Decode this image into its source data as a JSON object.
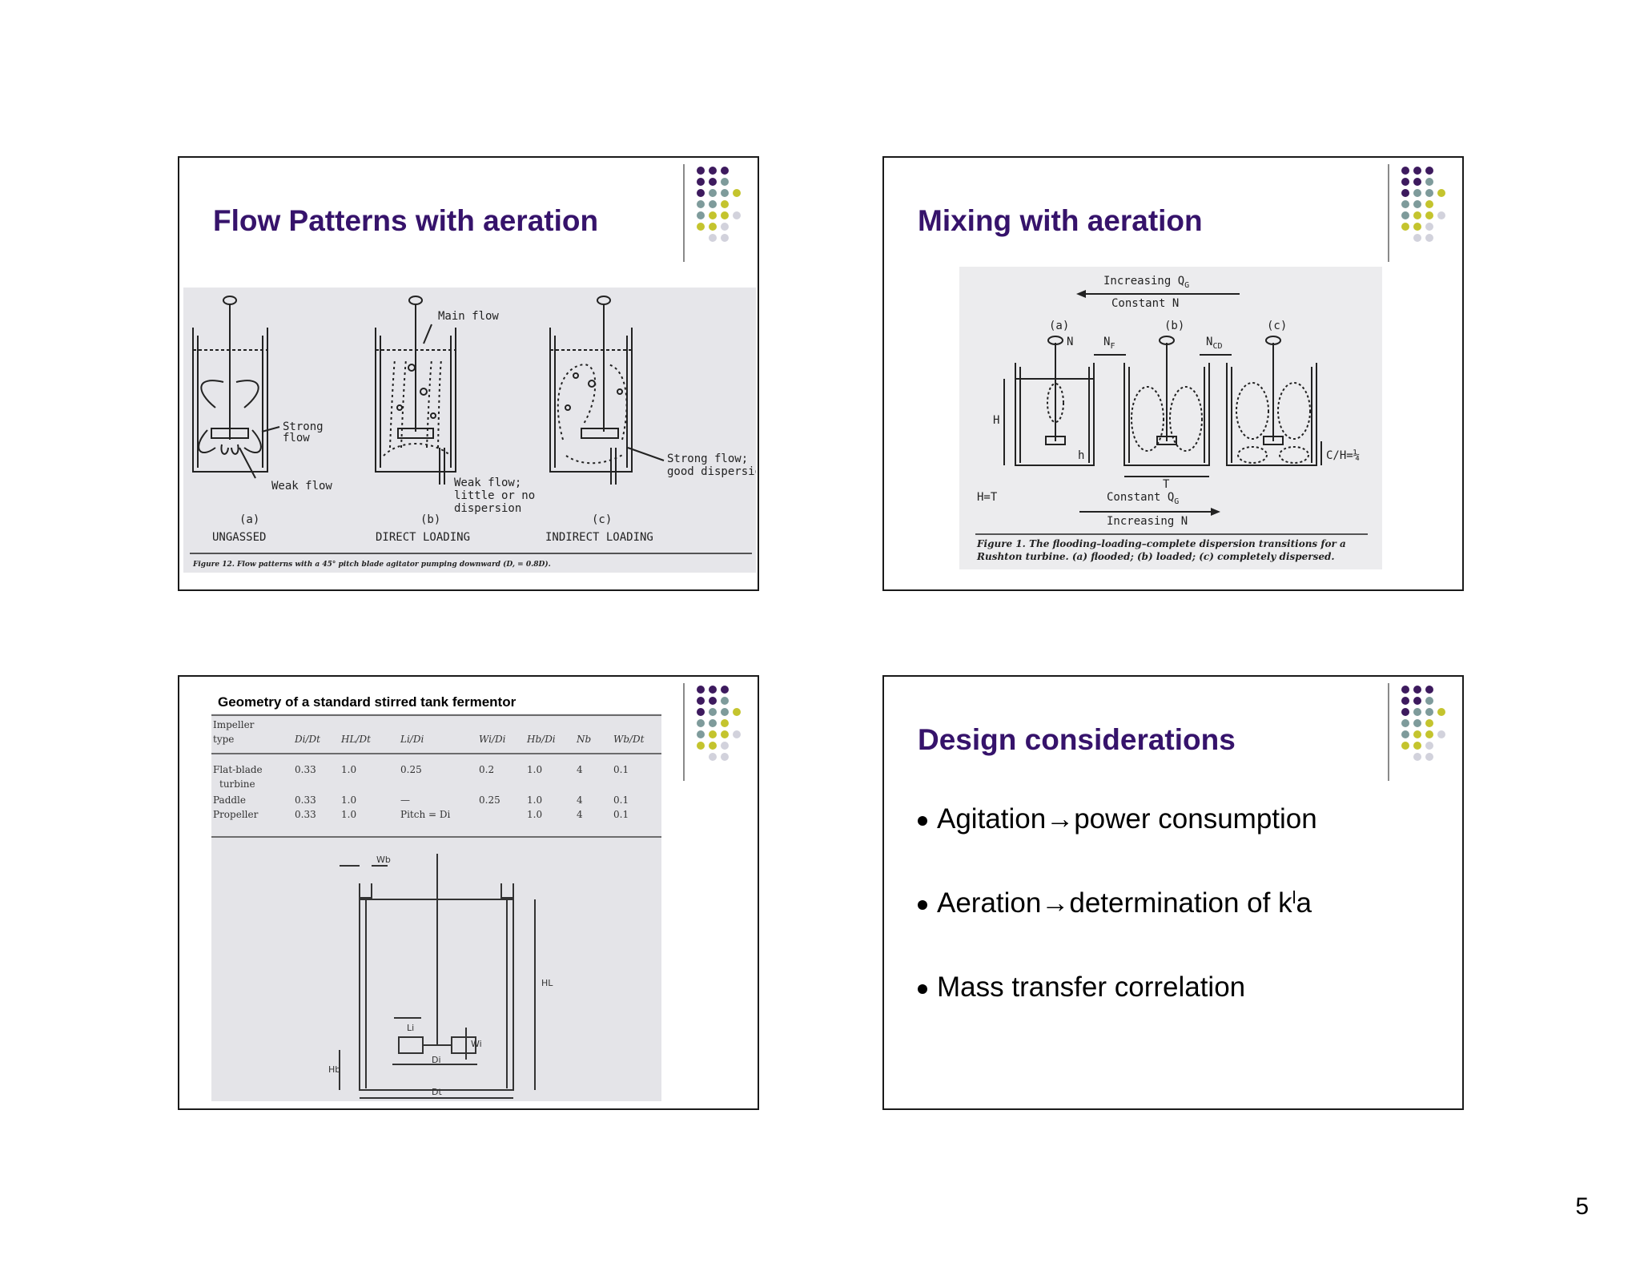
{
  "slides": [
    {
      "title": "Flow Patterns with aeration",
      "figure": {
        "labels": {
          "main_flow": "Main flow",
          "strong_flow_a1": "Strong",
          "strong_flow_a2": "flow",
          "weak_flow": "Weak flow",
          "weak_flow_b1": "Weak flow;",
          "weak_flow_b2": "little or no",
          "weak_flow_b3": "dispersion",
          "strong_flow_c1": "Strong flow;",
          "strong_flow_c2": "good dispersion",
          "a": "(a)",
          "b": "(b)",
          "c": "(c)",
          "ungassed": "UNGASSED",
          "direct": "DIRECT LOADING",
          "indirect": "INDIRECT LOADING"
        },
        "caption": "Figure 12. Flow patterns with a 45° pitch blade agitator pumping downward (D, = 0.8D)."
      }
    },
    {
      "title": "Mixing with aeration",
      "figure": {
        "labels": {
          "increasing_qg": "Increasing Q",
          "qg_sub": "G",
          "constant_n": "Constant N",
          "a": "(a)",
          "b": "(b)",
          "c": "(c)",
          "n": "N",
          "nf": "N",
          "nf_sub": "F",
          "ncd": "N",
          "ncd_sub": "CD",
          "h": "H",
          "h_small": "h",
          "t": "T",
          "ch": "C/H=¼",
          "h_eq_t": "H=T",
          "constant_qg": "Constant Q",
          "cqg_sub": "G",
          "increasing_n": "Increasing N"
        },
        "caption_line1": "Figure 1. The flooding–loading–complete dispersion transitions for a",
        "caption_line2": "Rushton turbine. (a) flooded; (b) loaded; (c) completely dispersed."
      }
    },
    {
      "title": "Geometry of a standard stirred tank fermentor",
      "table": {
        "headers": [
          "Impeller type",
          "Di/Dt",
          "HL/Dt",
          "Li/Di",
          "Wi/Di",
          "Hb/Di",
          "Nb",
          "Wb/Dt"
        ],
        "rows": [
          [
            "Flat-blade turbine",
            "0.33",
            "1.0",
            "0.25",
            "0.2",
            "1.0",
            "4",
            "0.1"
          ],
          [
            "Paddle",
            "0.33",
            "1.0",
            "—",
            "0.25",
            "1.0",
            "4",
            "0.1"
          ],
          [
            "Propeller",
            "0.33",
            "1.0",
            "Pitch = Di",
            "",
            "1.0",
            "4",
            "0.1"
          ]
        ]
      },
      "diagram_labels": [
        "Wb",
        "HL",
        "Li",
        "Wi",
        "Di",
        "Hb",
        "Dt"
      ]
    },
    {
      "title": "Design considerations",
      "bullets": [
        {
          "text": "Agitation",
          "arrow": "→",
          "rest": " power consumption"
        },
        {
          "text": "Aeration ",
          "arrow": "→",
          "rest": " determination of k",
          "sub": "l",
          "tail": "a"
        },
        {
          "text": "Mass transfer correlation"
        }
      ]
    }
  ],
  "page_number": "5",
  "colors": {
    "title": "#36136b",
    "dot_purple": "#3d1a5e",
    "dot_teal": "#7e9b9b",
    "dot_yellow": "#c4c42e",
    "dot_gray": "#d2d2dc"
  }
}
